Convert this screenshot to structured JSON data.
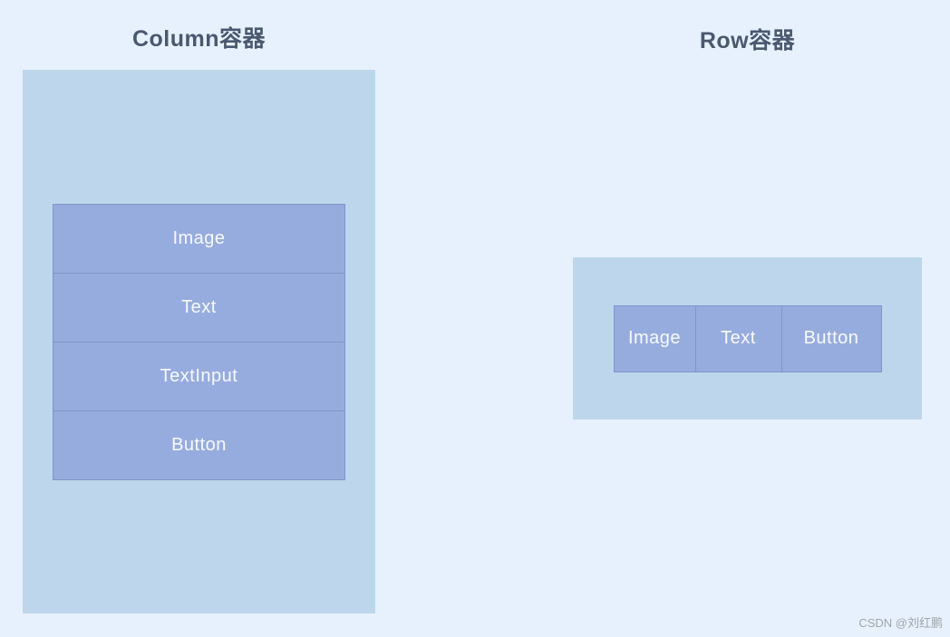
{
  "page": {
    "watermark": "CSDN @刘红鹏"
  },
  "colors": {
    "page_background": "#E7F1FD",
    "container_background": "#BDD6EB",
    "cell_background": "#97ACDE",
    "cell_border": "#7E95CB",
    "title_text": "#4A5870",
    "cell_text": "#F7FAFF",
    "watermark_text": "#9FA5AB"
  },
  "column_container": {
    "title": "Column容器",
    "items": [
      {
        "label": "Image"
      },
      {
        "label": "Text"
      },
      {
        "label": "TextInput"
      },
      {
        "label": "Button"
      }
    ]
  },
  "row_container": {
    "title": "Row容器",
    "items": [
      {
        "label": "Image"
      },
      {
        "label": "Text"
      },
      {
        "label": "Button"
      }
    ]
  }
}
